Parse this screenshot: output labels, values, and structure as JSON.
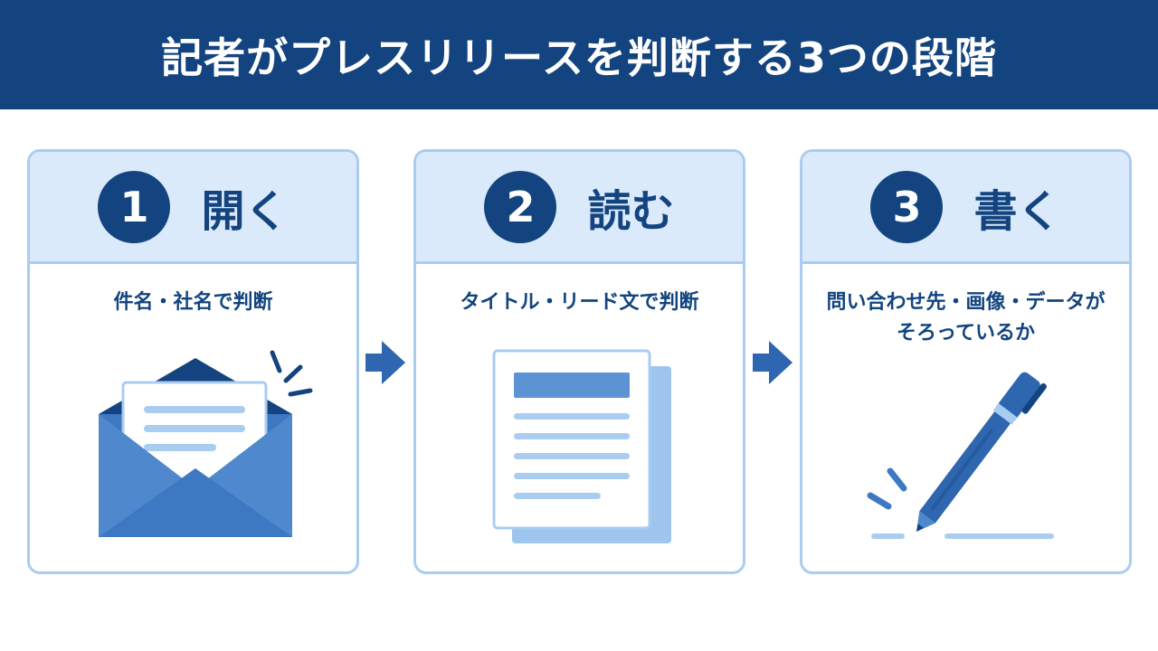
{
  "header": {
    "title": "記者がプレスリリースを判断する3つの段階"
  },
  "steps": [
    {
      "number": "1",
      "title": "開く",
      "description_lines": [
        "件名・社名で判断"
      ],
      "icon": "envelope-icon"
    },
    {
      "number": "2",
      "title": "読む",
      "description_lines": [
        "タイトル・リード文で判断"
      ],
      "icon": "document-icon"
    },
    {
      "number": "3",
      "title": "書く",
      "description_lines": [
        "問い合わせ先・画像・データが",
        "そろっているか"
      ],
      "icon": "pen-icon"
    }
  ],
  "colors": {
    "navy": "#13447f",
    "primary_blue": "#3d78c2",
    "light_blue": "#a9cdf0",
    "pale_blue": "#dbeafa"
  }
}
